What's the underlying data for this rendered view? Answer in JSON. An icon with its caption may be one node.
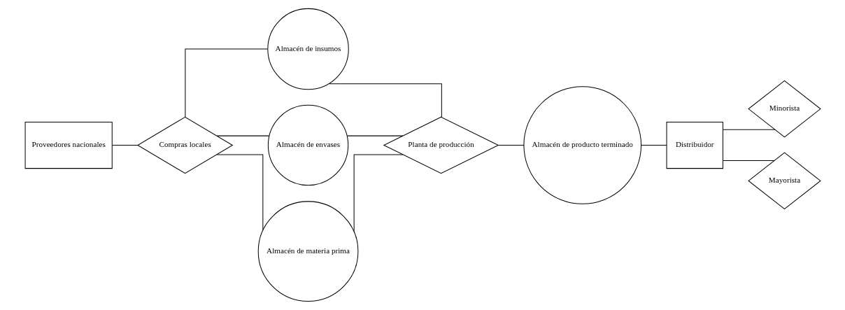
{
  "diagram": {
    "nodes": [
      {
        "text": [
          "Proveedores nacionales"
        ]
      },
      {
        "text": [
          "Compras locales"
        ]
      },
      {
        "text": [
          "Almacén de insumos"
        ]
      },
      {
        "text": [
          "Almacén de envases"
        ]
      },
      {
        "text": [
          "Almacén de materia prima"
        ]
      },
      {
        "text": [
          "Planta de producción"
        ]
      },
      {
        "text": [
          "Almacén de producto terminado"
        ]
      },
      {
        "text": [
          "Distribuidor"
        ]
      },
      {
        "text": [
          "Minorista"
        ]
      },
      {
        "text": [
          "Mayorista"
        ]
      }
    ],
    "edges": [
      {
        "from": 0,
        "to": 1,
        "arrow": "none"
      },
      {
        "from": 1,
        "to": 2,
        "arrow": "none"
      },
      {
        "from": 1,
        "to": 3,
        "arrow": "none"
      },
      {
        "from": 1,
        "to": 4,
        "arrow": "none"
      },
      {
        "from": 2,
        "to": 5,
        "arrow": "none"
      },
      {
        "from": 3,
        "to": 5,
        "arrow": "none"
      },
      {
        "from": 4,
        "to": 5,
        "arrow": "none"
      },
      {
        "from": 5,
        "to": 6,
        "arrow": "none"
      },
      {
        "from": 6,
        "to": 7,
        "arrow": "none"
      },
      {
        "from": 7,
        "to": 8,
        "arrow": "none"
      },
      {
        "from": 7,
        "to": 9,
        "arrow": "none"
      }
    ]
  }
}
